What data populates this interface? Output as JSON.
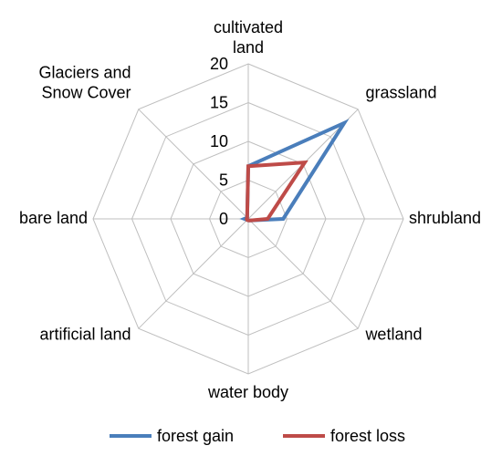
{
  "chart_data": {
    "type": "radar",
    "categories": [
      "cultivated land",
      "grassland",
      "shrubland",
      "wetland",
      "water body",
      "artificial land",
      "bare land",
      "Glaciers and Snow Cover"
    ],
    "category_label_lines": [
      [
        "cultivated",
        "land"
      ],
      [
        "grassland"
      ],
      [
        "shrubland"
      ],
      [
        "wetland"
      ],
      [
        "water body"
      ],
      [
        "artificial land"
      ],
      [
        "bare land"
      ],
      [
        "Glaciers and",
        "Snow Cover"
      ]
    ],
    "series": [
      {
        "name": "forest gain",
        "color": "#4A7EBB",
        "values": [
          6.8,
          17.5,
          4.5,
          0.3,
          0.2,
          0.2,
          0.5,
          0.2
        ]
      },
      {
        "name": "forest loss",
        "color": "#BE4B48",
        "values": [
          6.8,
          10.3,
          2.5,
          0.3,
          0.2,
          0.2,
          0.2,
          0.2
        ]
      }
    ],
    "rlim": [
      0,
      20
    ],
    "ticks": [
      "0",
      "5",
      "10",
      "15",
      "20"
    ],
    "tick_values": [
      0,
      5,
      10,
      15,
      20
    ],
    "grid": true,
    "grid_color": "#BFBFBF",
    "legend": "bottom"
  }
}
